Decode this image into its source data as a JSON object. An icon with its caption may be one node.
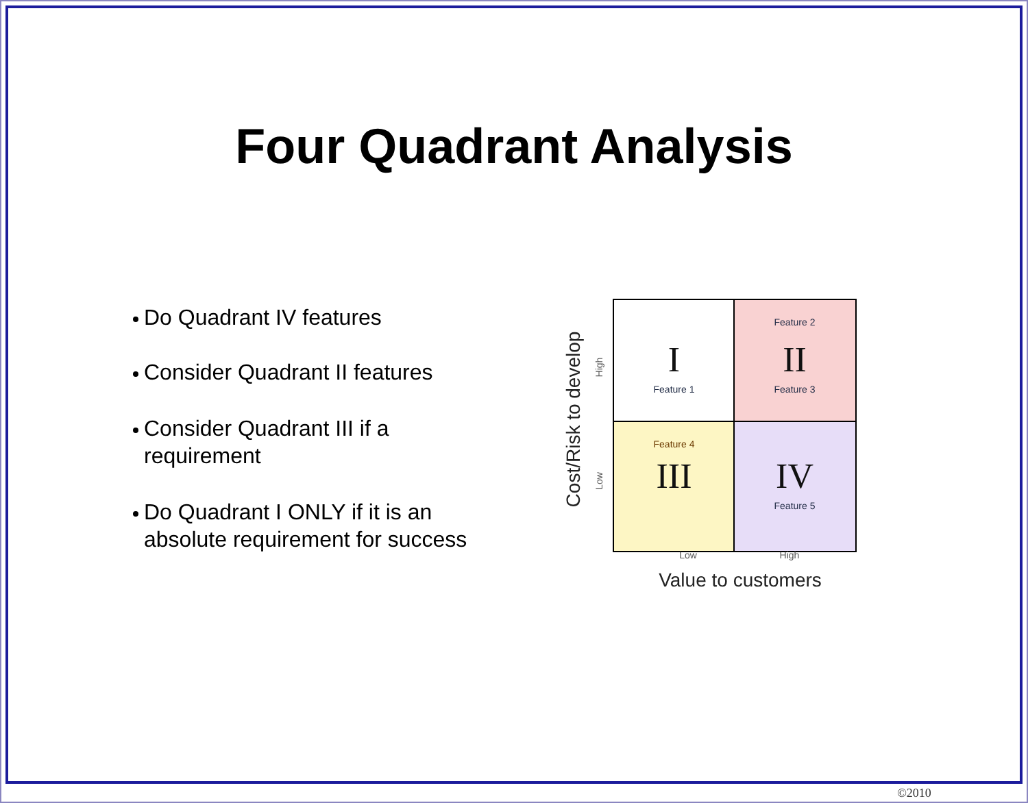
{
  "diagram": {
    "title": "Four Quadrant Analysis",
    "nodes": [
      {
        "text": [
          "I",
          "Feature 1"
        ]
      },
      {
        "text": [
          "Feature 2",
          "II",
          "Feature 3"
        ]
      },
      {
        "text": [
          "Feature 4",
          "III"
        ]
      },
      {
        "text": [
          "IV",
          "Feature 5"
        ]
      }
    ],
    "edges": [],
    "labels": [
      "Do Quadrant IV features",
      "Consider Quadrant II features",
      "Consider Quadrant III if a requirement",
      "Do Quadrant I ONLY if it is an absolute requirement for success",
      "Cost/Risk to develop",
      "High",
      "Low",
      "Low",
      "High",
      "Value to customers",
      "©2010"
    ]
  }
}
